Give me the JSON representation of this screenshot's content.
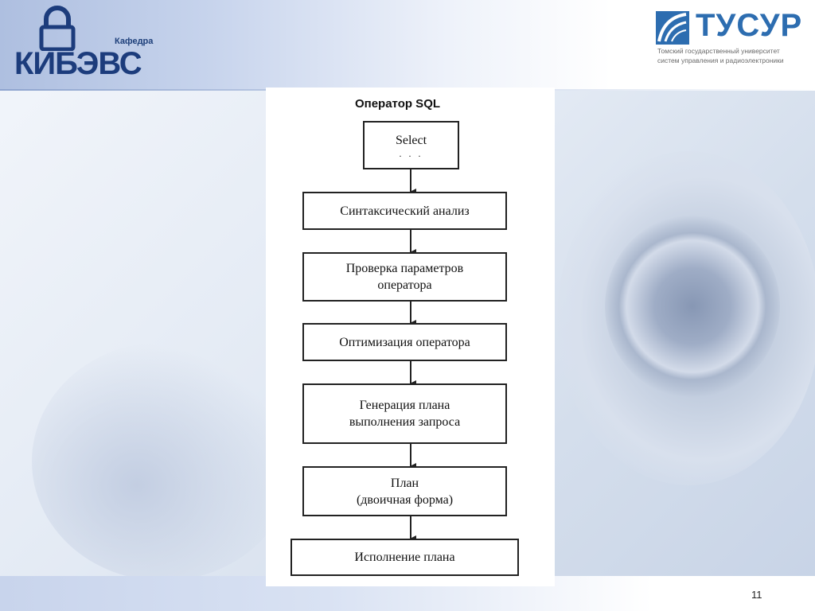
{
  "logo_left": {
    "kafedra": "Кафедра",
    "name": "КИБЭВС"
  },
  "logo_right": {
    "name": "ТУСУР",
    "sub_line1": "Томский государственный университет",
    "sub_line2": "систем управления и радиоэлектроники"
  },
  "diagram": {
    "title": "Оператор SQL",
    "steps": [
      {
        "line1": "Select",
        "line2": ". . ."
      },
      {
        "line1": "Синтаксический анализ"
      },
      {
        "line1": "Проверка параметров",
        "line2": "оператора"
      },
      {
        "line1": "Оптимизация оператора"
      },
      {
        "line1": "Генерация плана",
        "line2": "выполнения запроса"
      },
      {
        "line1": "План",
        "line2": "(двоичная форма)"
      },
      {
        "line1": "Исполнение плана"
      }
    ]
  },
  "slide_number": "11"
}
